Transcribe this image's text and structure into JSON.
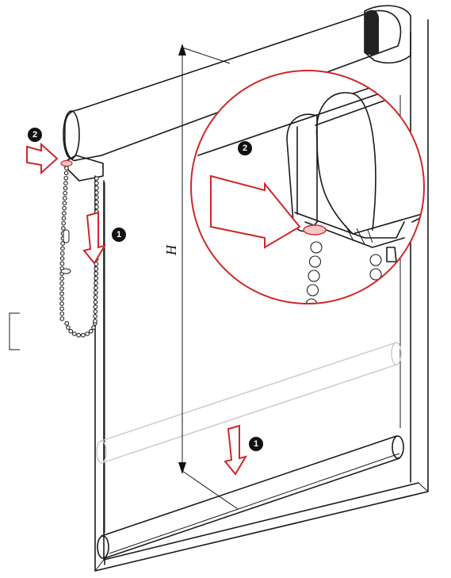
{
  "diagram": {
    "dimension_label": "H",
    "callouts": [
      {
        "id": "pull-down",
        "number": "1",
        "glyph": "❶"
      },
      {
        "id": "pull-chain",
        "number": "2",
        "glyph": "❷"
      }
    ],
    "colors": {
      "arrow_red": "#d1262b",
      "line": "#1a1a1a",
      "faint_line": "#c9c9c9",
      "background": "#ffffff"
    }
  }
}
